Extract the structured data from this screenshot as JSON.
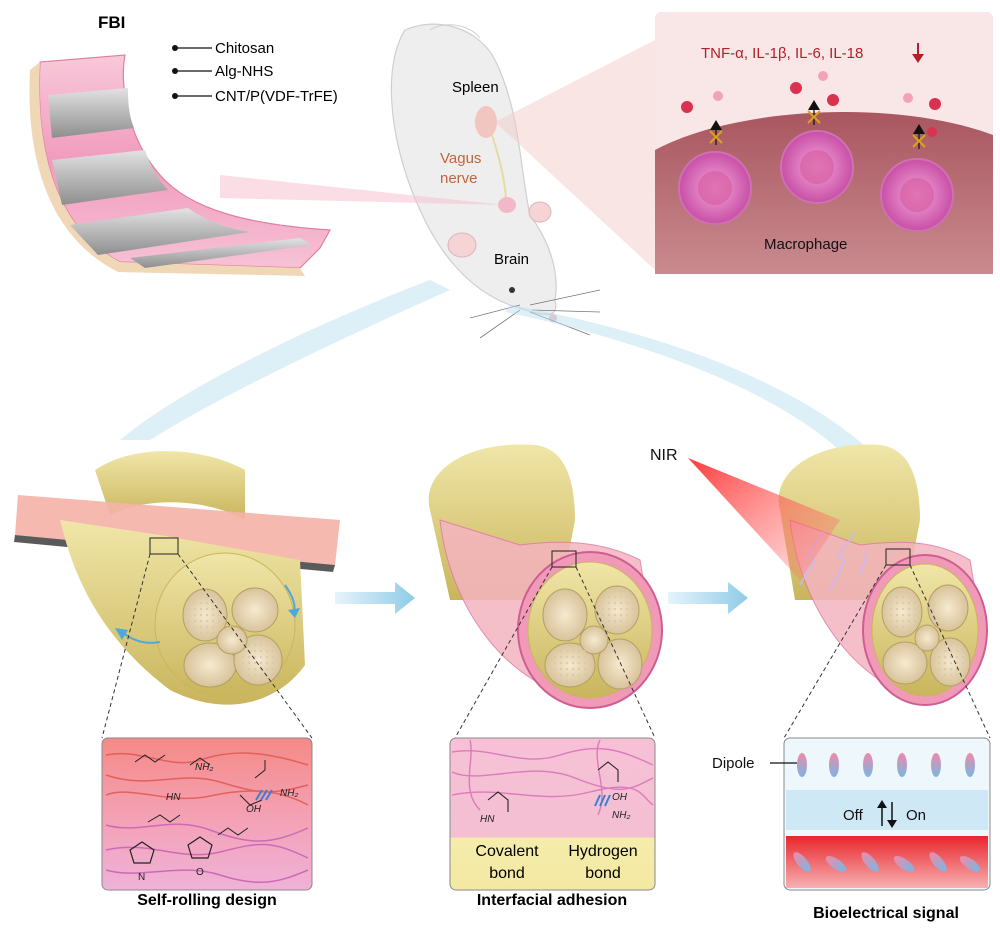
{
  "fbi": {
    "title": "FBI",
    "layers": [
      "Chitosan",
      "Alg-NHS",
      "CNT/P(VDF-TrFE)"
    ]
  },
  "mouse": {
    "spleen": "Spleen",
    "vagus_line1": "Vagus",
    "vagus_line2": "nerve",
    "brain": "Brain"
  },
  "immune": {
    "cytokines": "TNF-α, IL-1β, IL-6, IL-18",
    "cell": "Macrophage"
  },
  "nir": {
    "label": "NIR"
  },
  "chem": {
    "nh2": "NH₂",
    "hn": "HN",
    "oh": "OH",
    "o": "O",
    "n": "N"
  },
  "adhesion": {
    "covalent_line1": "Covalent",
    "covalent_line2": "bond",
    "hydrogen_line1": "Hydrogen",
    "hydrogen_line2": "bond"
  },
  "signal": {
    "dipole": "Dipole",
    "off": "Off",
    "on": "On"
  },
  "captions": {
    "panel1": "Self-rolling design",
    "panel2": "Interfacial adhesion",
    "panel3": "Bioelectrical signal"
  },
  "colors": {
    "pink_film": "#f3a9c4",
    "nerve_yellow": "#e6d98c",
    "cytokine_text": "#b2202a",
    "nerve_label": "#c0663a",
    "laser": "#e8141c",
    "arrow_blue": "#a9d8ee"
  }
}
